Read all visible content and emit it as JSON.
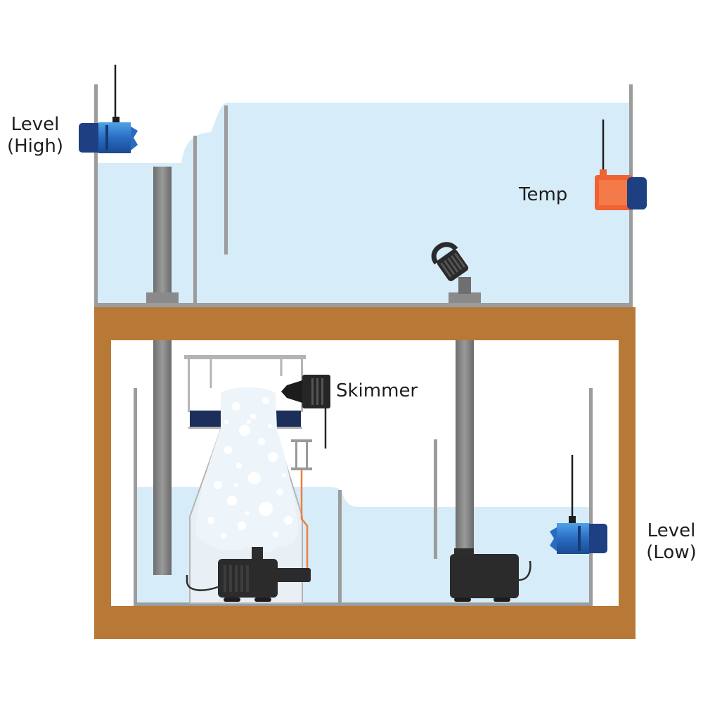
{
  "labels": {
    "level_high": [
      "Level",
      "(High)"
    ],
    "temp": "Temp",
    "skimmer": "Skimmer",
    "level_low": [
      "Level",
      "(Low)"
    ]
  },
  "colors": {
    "water": "#d6ecf8",
    "glass": "#9c9c9c",
    "cabinet": "#b87936",
    "pipe": "#7f7f7f",
    "pump": "#272727",
    "sensor_blue": "#2a6cc1",
    "sensor_cap": "#1e3f82",
    "temp_sensor": "#ef6231",
    "skimmer_body": "#f4f4f4",
    "skimmer_foam": "#f0f6fa",
    "air_line": "#ef7e3c"
  },
  "icons": [
    "level-sensor-icon",
    "temperature-sensor-icon",
    "return-nozzle-icon",
    "skimmer-pump-icon",
    "return-pump-icon"
  ]
}
